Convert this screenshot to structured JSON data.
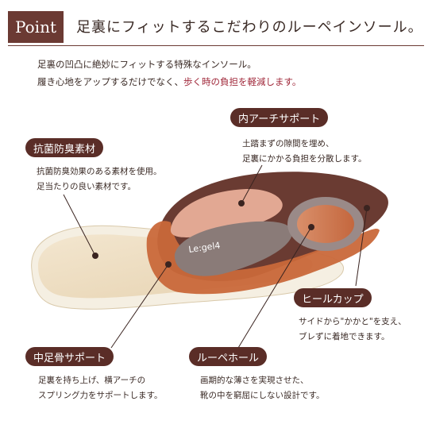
{
  "header": {
    "badge": "Point",
    "title": "足裏にフィットするこだわりのルーペインソール。"
  },
  "intro": {
    "line1": "足裏の凹凸に絶妙にフィットする特殊なインソール。",
    "line2_prefix": "履き心地をアップするだけでなく、",
    "line2_accent": "歩く時の負担を軽減します。"
  },
  "insole": {
    "logo_text": "Le:gel4"
  },
  "features": {
    "antibacterial": {
      "title": "抗菌防臭素材",
      "line1": "抗菌防臭効果のある素材を使用。",
      "line2": "足当たりの良い素材です。"
    },
    "arch": {
      "title": "内アーチサポート",
      "line1": "土踏まずの隙間を埋め、",
      "line2": "足裏にかかる負担を分散します。"
    },
    "heel": {
      "title": "ヒールカップ",
      "line1": "サイドから\"かかと\"を支え、",
      "line2": "ブレずに着地できます。"
    },
    "metatarsal": {
      "title": "中足骨サポート",
      "line1": "足裏を持ち上げ、横アーチの",
      "line2": "スプリング力をサポートします。"
    },
    "hole": {
      "title": "ルーペホール",
      "line1": "画期的な薄さを実現させた、",
      "line2": "靴の中を窮屈にしない設計です。"
    }
  },
  "colors": {
    "brand": "#5a2d27",
    "accent": "#a0283a"
  }
}
